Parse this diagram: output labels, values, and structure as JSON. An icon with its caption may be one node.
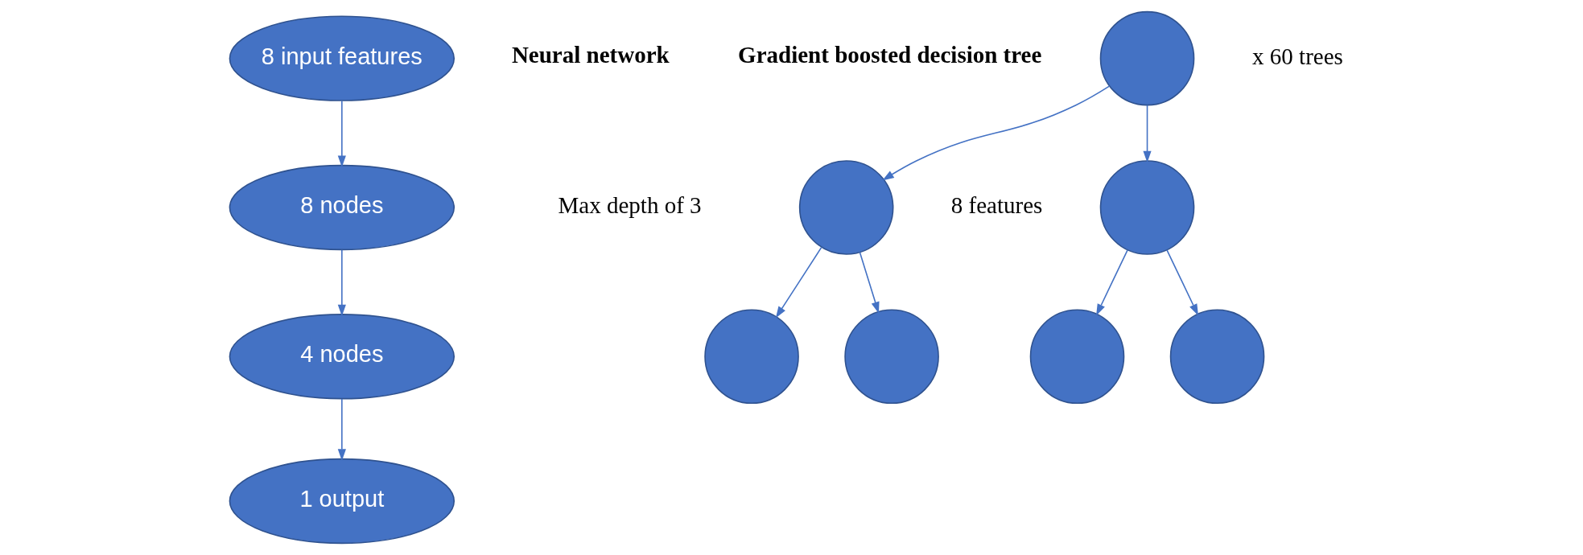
{
  "diagram": {
    "nodes": [
      {
        "text": [
          "8 input features"
        ]
      },
      {
        "text": [
          "8 nodes"
        ]
      },
      {
        "text": [
          "4 nodes"
        ]
      },
      {
        "text": [
          "1 output"
        ]
      },
      {
        "text": [],
        "shape": "circle"
      },
      {
        "text": [],
        "shape": "circle"
      },
      {
        "text": [],
        "shape": "circle"
      },
      {
        "text": [],
        "shape": "circle"
      },
      {
        "text": [],
        "shape": "circle"
      },
      {
        "text": [],
        "shape": "circle"
      },
      {
        "text": [],
        "shape": "circle"
      }
    ],
    "edges": [
      {
        "from": 0,
        "to": 1,
        "arrow": "to"
      },
      {
        "from": 1,
        "to": 2,
        "arrow": "to"
      },
      {
        "from": 2,
        "to": 3,
        "arrow": "to"
      },
      {
        "from": 4,
        "to": 5,
        "arrow": "to"
      },
      {
        "from": 4,
        "to": 6,
        "arrow": "to"
      },
      {
        "from": 5,
        "to": 7,
        "arrow": "to"
      },
      {
        "from": 5,
        "to": 8,
        "arrow": "to"
      },
      {
        "from": 6,
        "to": 9,
        "arrow": "to"
      },
      {
        "from": 6,
        "to": 10,
        "arrow": "to"
      }
    ],
    "labels": [
      "Neural network",
      "Gradient boosted decision tree",
      "x 60 trees",
      "Max depth of 3",
      "8 features"
    ]
  }
}
